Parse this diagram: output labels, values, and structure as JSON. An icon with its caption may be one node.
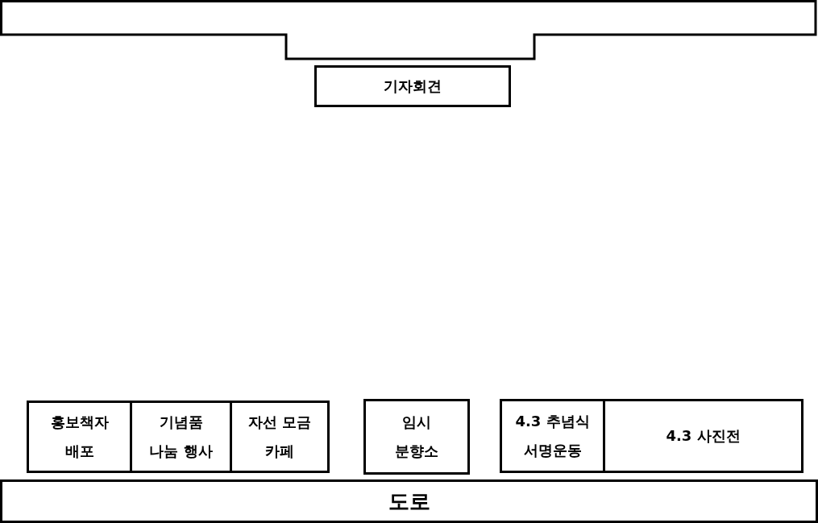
{
  "diagram": {
    "nodes": [
      {
        "text": [],
        "shape": "bar"
      },
      {
        "text": [
          "기자회견"
        ]
      },
      {
        "text": [
          "홍보책자 배포"
        ]
      },
      {
        "text": [
          "기념품 나눔 행사"
        ]
      },
      {
        "text": [
          "자선 모금 카페"
        ]
      },
      {
        "text": [
          "임시 분향소"
        ]
      },
      {
        "text": [
          "4.3 추념식 서명운동"
        ]
      },
      {
        "text": [
          "4.3 사진전"
        ]
      },
      {
        "text": [
          "도로"
        ]
      }
    ],
    "edges": []
  }
}
